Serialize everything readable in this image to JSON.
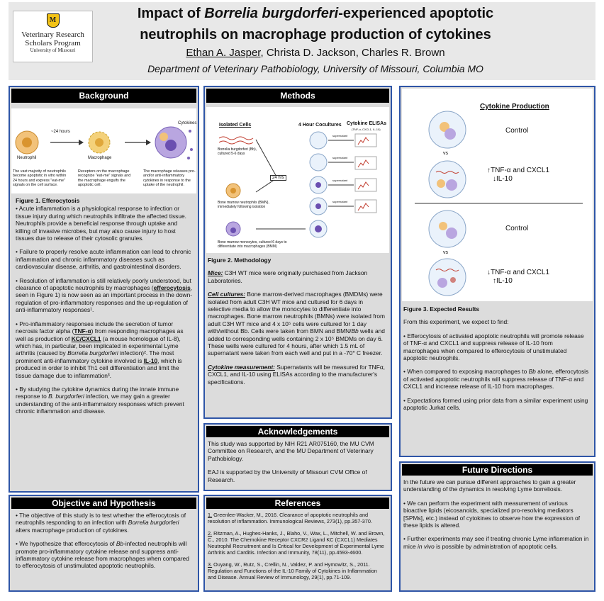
{
  "header": {
    "logo": {
      "line1": "Veterinary Research",
      "line2": "Scholars Program",
      "line3": "University of Missouri",
      "shield": "M"
    },
    "title_pre": "Impact of ",
    "title_italic": "Borrelia burgdorferi",
    "title_post": "-experienced apoptotic",
    "title_line2": "neutrophils on macrophage production of cytokines",
    "author1": "Ethan A. Jasper",
    "authors_rest": ", Christa D. Jackson, Charles R. Brown",
    "department": "Department of Veterinary Pathobiology, University of Missouri, Columbia MO"
  },
  "background": {
    "title": "Background",
    "fig": {
      "arrow_label": "~24 hours",
      "neutrophil": "Neutrophil",
      "macrophage": "Macrophage",
      "cytokines": "Cytokines",
      "cap1": "The vast majority of neutrophils become apoptotic in vitro within 24 hours and express \"eat-me\" signals on the cell surface.",
      "cap2": "Receptors on the macrophage recognize \"eat-me\" signals and the macrophage engulfs the apoptotic cell.",
      "cap3": "The macrophage releases pro- and/or anti-inflammatory cytokines in response to the uptake of the neutrophil."
    },
    "caption": "Figure 1. Efferocytosis",
    "p1": "• Acute inflammation is a physiological response to infection or tissue injury during which neutrophils infiltrate the affected tissue. Neutrophils provide a beneficial response through uptake and killing of invasive microbes, but may also cause injury to host tissues due to release of their cytosolic granules.",
    "p2": "• Failure to properly resolve acute inflammation can lead to chronic inflammation and chronic inflammatory diseases such as cardiovascular disease, arthritis, and gastrointestinal disorders.",
    "p3a": "• Resolution of inflammation is still relatively poorly understood, but clearance of apoptotic neutrophils by macrophages (",
    "p3b": "efferocytosis",
    "p3c": ", seen in Figure 1) is now seen as an important process in the down-regulation of pro-inflammatory responses and the up-regulation of anti-inflammatory responses¹.",
    "p4a": "• Pro-inflammatory responses include the secretion of tumor necrosis factor alpha (",
    "p4b": "TNF-α",
    "p4c": ") from responding macrophages as well as production of ",
    "p4d": "KC/CXCL1",
    "p4e": " (a mouse homologue of IL-8), which has, in particular, been implicated in experimental Lyme arthritis (caused by ",
    "p4f": "Borrelia burgdorferi",
    "p4g": " infection)². The most prominent anti-inflammatory cytokine involved is ",
    "p4h": "IL-10",
    "p4i": ", which is produced in order to inhibit Th1 cell differentiation and limit the tissue damage due to inflammation³.",
    "p5a": "• By studying the cytokine dynamics during the innate immune response to ",
    "p5b": "B. burgdorferi",
    "p5c": " infection, we may gain a greater understanding of the anti-inflammatory responses which prevent chronic inflammation and disease."
  },
  "objective": {
    "title": "Objective and Hypothesis",
    "p1a": "• The objective of this study is to test whether the efferocytosis of neutrophils responding to an infection with ",
    "p1b": "Borrelia burgdorferi",
    "p1c": " alters macrophage production of cytokines.",
    "p2a": "• We hypothesize that efferocytosis of ",
    "p2b": "Bb",
    "p2c": "-infected neutrophils will promote pro-inflammatory cytokine release and suppress anti-inflammatory cytokine release from macrophages when compared to efferocytosis of unstimulated apoptotic neutrophils."
  },
  "methods": {
    "title": "Methods",
    "fig": {
      "col1": "Isolated Cells",
      "col2": "4 Hour Cocultures",
      "col3": "Cytokine ELISAs",
      "col3_sub": "(TNF-α, CXCL1, IL-10)",
      "bb": "Borrelia burgdorferi (Bb), cultured 5-6 days",
      "bmn": "Bone marrow neutrophils (BMN), immediately following isolation",
      "bmm": "Bone marrow monocytes, cultured 6 days to differentiate into macrophages (BMM)",
      "hrs": "24 hrs",
      "supernatant": "supernatant"
    },
    "caption": "Figure 2. Methodology",
    "mice_label": "Mice:",
    "mice_text": " C3H WT mice were originally purchased from Jackson Laboratories.",
    "cult_label": "Cell cultures:",
    "cult_text": " Bone marrow-derived macrophages (BMDMs) were isolated from adult C3H WT mice and cultured for 6 days in selective media to allow the monocytes to differentiate into macrophages. Bone marrow neutrophils (BMNs) were isolated from adult C3H WT mice and 4 x 10⁵ cells were cultured for 1 day with/without Bb. Cells were taken from BMN and BMN/",
    "cult_bb": "Bb",
    "cult_text2": " wells and added to corresponding wells containing 2 x 10⁵ BMDMs on day 6. These wells were cultured for 4 hours, after which 1.5 mL of supernatant were taken from each well and put in a -70° C freezer.",
    "meas_label": "Cytokine measurement:",
    "meas_text": " Supernatants will be measured for TNFα, CXCL1, and IL-10 using ELISAs according to the manufacturer's specifications."
  },
  "ack": {
    "title": "Acknowledgements",
    "p1": "This study was supported by NIH R21 AR075160, the MU CVM Committee on Research, and the MU Department of Veterinary Pathobiology.",
    "p2": "EAJ is supported by the University of Missouri CVM Office of Research."
  },
  "refs": {
    "title": "References",
    "r1num": "1.",
    "r1": " Greenlee-Wacker, M., 2016. Clearance of apoptotic neutrophils and resolution of inflammation. Immunological Reviews, 273(1), pp.357-370.",
    "r2num": "2.",
    "r2": " Ritzman, A., Hughes-Hanks, J., Blaho, V., Wax, L., Mitchell, W. and Brown, C., 2010. The Chemokine Receptor CXCR2 Ligand KC (CXCL1) Mediates Neutrophil Recruitment and Is Critical for Development of Experimental Lyme Arthritis and Carditis. Infection and Immunity, 78(11), pp.4593-4600.",
    "r3num": "3.",
    "r3": " Ouyang, W., Rutz, S., Crellin, N., Valdez, P. and Hymowitz, S., 2011. Regulation and Functions of the IL-10 Family of Cytokines in Inflammation and Disease. Annual Review of Immunology, 29(1), pp.71-109."
  },
  "expected": {
    "fig": {
      "title": "Cytokine Production",
      "control": "Control",
      "vs": "vs",
      "up1": "↑TNF-α and CXCL1",
      "down1": "↓IL-10",
      "down2": "↓TNF-α and CXCL1",
      "up2": "↑IL-10"
    },
    "caption": "Figure 3. Expected Results",
    "intro": "From this experiment, we expect to find:",
    "b1": "• Efferocytosis of activated apoptotic neutrophils will promote release of TNF-α and CXCL1 and suppress release of IL-10 from macrophages when compared to efferocytosis of unstimulated apoptotic neutrophils.",
    "b2a": "• When compared to exposing macrophages to ",
    "b2b": "Bb",
    "b2c": " alone, efferocytosis of activated apoptotic neutrophils will suppress release of TNF-α and CXCL1 and increase release of IL-10 from macrophages.",
    "b3": "• Expectations formed using prior data from a similar experiment using apoptotic Jurkat cells."
  },
  "future": {
    "title": "Future Directions",
    "p1": "In the future we can pursue different approaches to gain a greater understanding of the dynamics in resolving Lyme borreliosis.",
    "p2": "• We can perform the experiment with measurement of various bioactive lipids (eicosanoids, specialized pro-resolving mediators [SPMs], etc.) instead of cytokines to observe how the expression of these lipids is altered.",
    "p3a": "• Further experiments may see if treating chronic Lyme inflammation in mice ",
    "p3b": "in vivo",
    "p3c": " is possible by administration of apoptotic cells."
  }
}
